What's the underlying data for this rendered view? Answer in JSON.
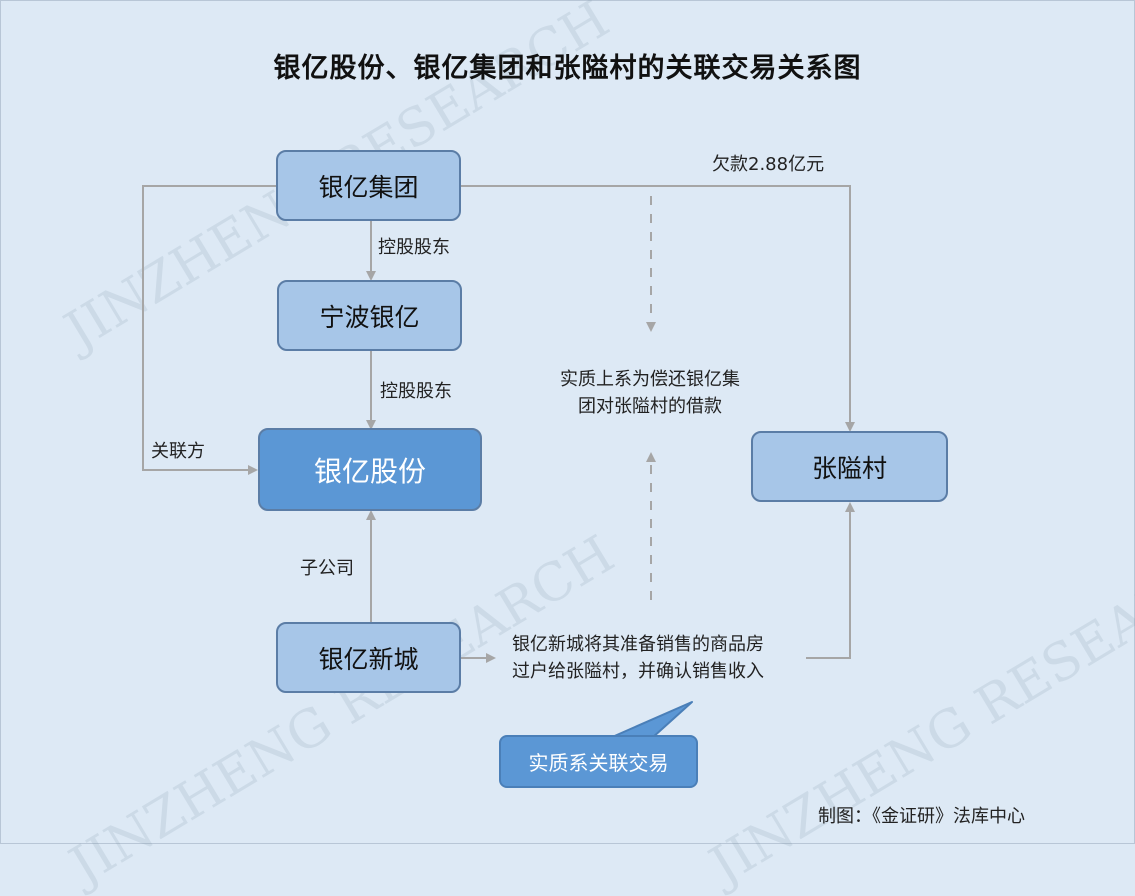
{
  "title": "银亿股份、银亿集团和张隘村的关联交易关系图",
  "watermark": "JINZHENG RESEARCH",
  "nodes": {
    "yinyi_group": "银亿集团",
    "ningbo_yinyi": "宁波银亿",
    "yinyi_shares": "银亿股份",
    "yinyi_xincheng": "银亿新城",
    "zhangai_village": "张隘村"
  },
  "edge_labels": {
    "group_to_ningbo": "控股股东",
    "ningbo_to_shares": "控股股东",
    "related_party": "关联方",
    "subsidiary": "子公司",
    "debt": "欠款2.88亿元"
  },
  "notes": {
    "substance_line1": "实质上系为偿还银亿集",
    "substance_line2": "团对张隘村的借款",
    "transfer_line1": "银亿新城将其准备销售的商品房",
    "transfer_line2": "过户给张隘村，并确认销售收入"
  },
  "callout": "实质系关联交易",
  "footer": "制图：《金证研》法库中心",
  "colors": {
    "background": "#dde9f5",
    "box_fill": "#a7c6e8",
    "box_dark_fill": "#5b97d5",
    "box_border": "#5b7da6",
    "line": "#a6a6a6"
  }
}
